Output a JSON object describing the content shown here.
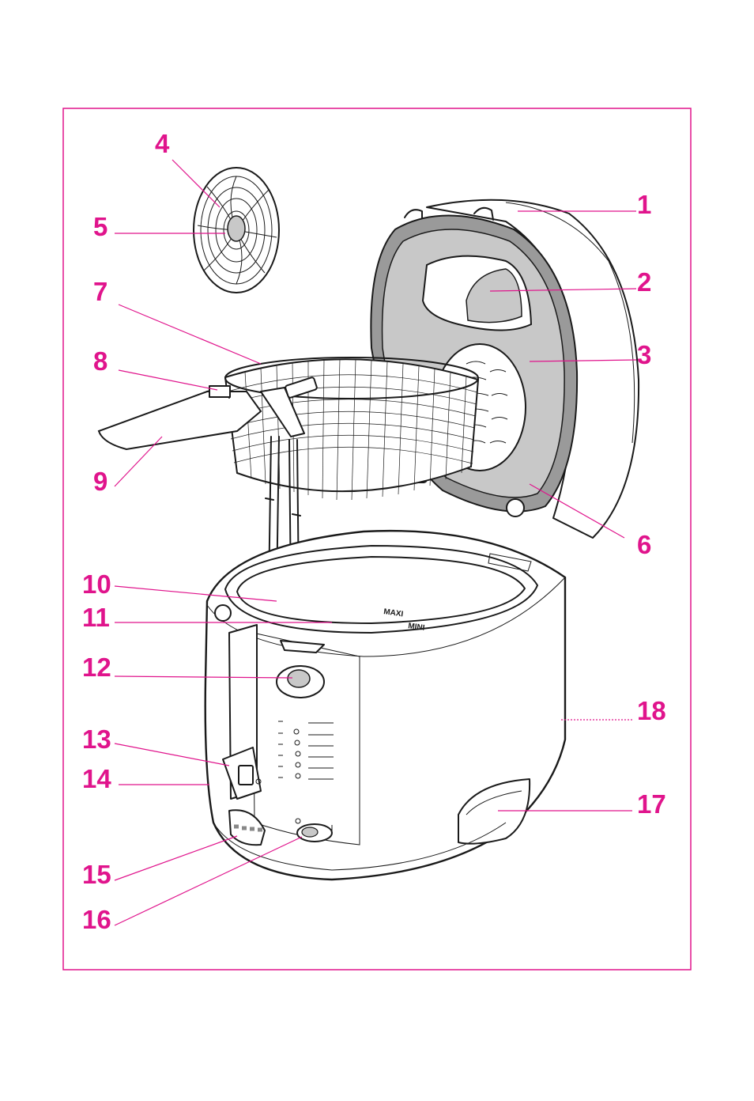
{
  "callouts": {
    "c1": "1",
    "c2": "2",
    "c3": "3",
    "c4": "4",
    "c5": "5",
    "c6": "6",
    "c7": "7",
    "c8": "8",
    "c9": "9",
    "c10": "10",
    "c11": "11",
    "c12": "12",
    "c13": "13",
    "c14": "14",
    "c15": "15",
    "c16": "16",
    "c17": "17",
    "c18": "18"
  },
  "bowl_marks": {
    "maxi": "MAXI",
    "mini": "MINI"
  },
  "colors": {
    "callout": "#e0148c",
    "line_art": "#1a1a1a",
    "lid_panel": "#c8c8c8",
    "lid_gasket": "#9a9a9a"
  }
}
